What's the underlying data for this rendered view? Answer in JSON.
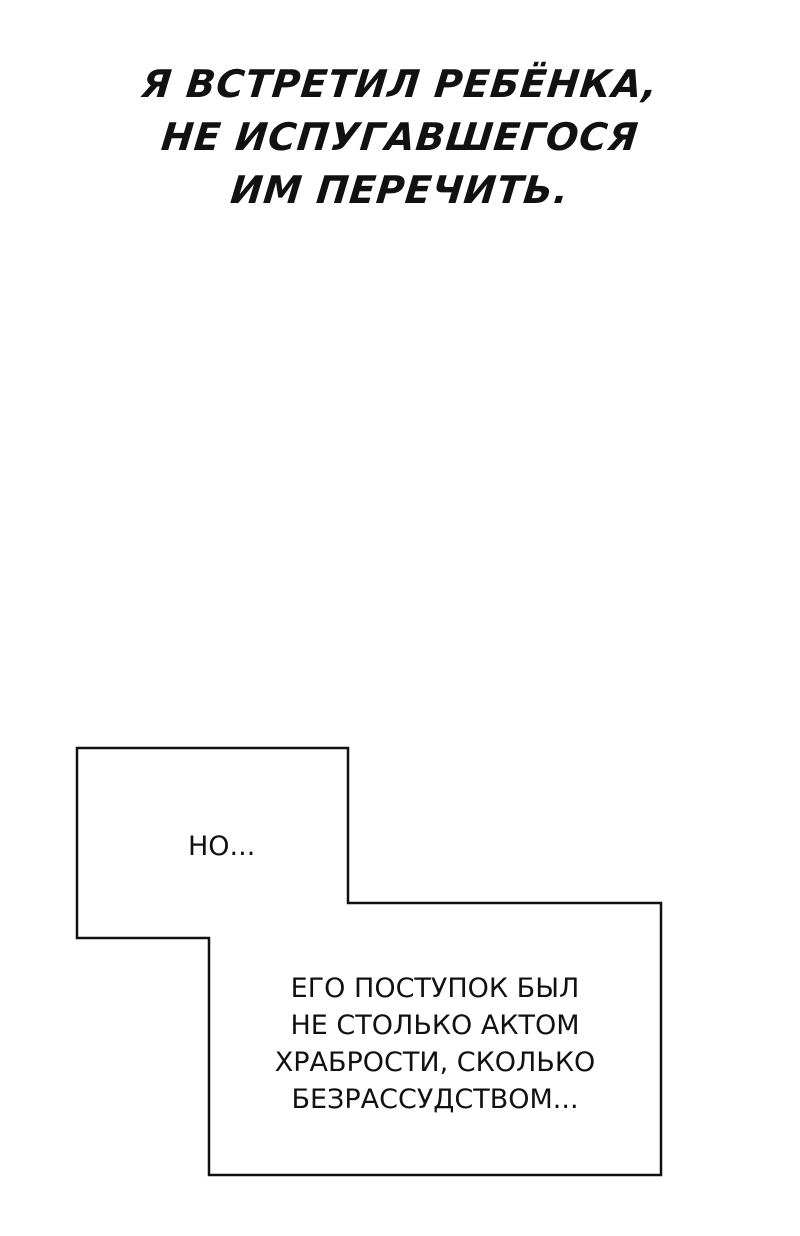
{
  "narration": {
    "lines": [
      "Я ВСТРЕТИЛ РЕБЁНКА,",
      "НЕ ИСПУГАВШЕГОСЯ",
      "ИМ ПЕРЕЧИТЬ."
    ]
  },
  "caption_box": {
    "small_text": "НО...",
    "large_lines": [
      "ЕГО ПОСТУПОК БЫЛ",
      "НЕ СТОЛЬКО АКТОМ",
      "ХРАБРОСТИ, СКОЛЬКО",
      "БЕЗРАССУДСТВОМ..."
    ]
  },
  "colors": {
    "background": "#ffffff",
    "text": "#111111",
    "border": "#111111"
  }
}
